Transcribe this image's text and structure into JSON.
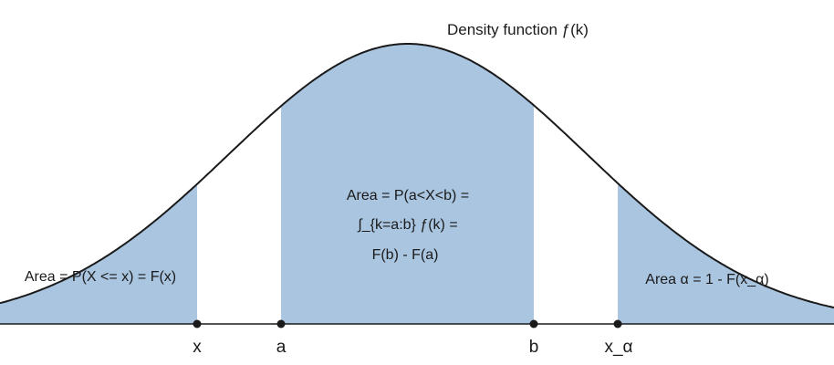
{
  "diagram": {
    "title": "Density function ƒ(k)",
    "points": {
      "x": "x",
      "a": "a",
      "b": "b",
      "x_alpha": "x_α"
    },
    "areas": {
      "left": "Area = P(X <= x) = F(x)",
      "middle_line1": "Area = P(a<X<b) =",
      "middle_line2": "∫_{k=a:b} ƒ(k) =",
      "middle_line3": "F(b) - F(a)",
      "right": "Area α = 1 - F(x_α)"
    },
    "colors": {
      "fill": "#aac5e0",
      "line": "#1a1a1a"
    }
  }
}
